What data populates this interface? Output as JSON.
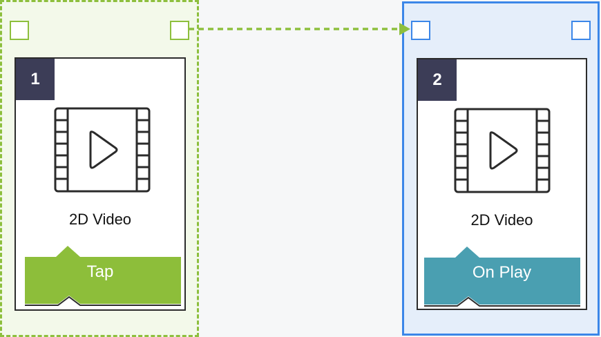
{
  "nodes": [
    {
      "number": "1",
      "title": "2D Video",
      "trigger_label": "Tap",
      "trigger_color": "#8dbe3a",
      "group_border": "#8dbf3d",
      "group_fill": "#f3f9ea",
      "icon": "video-play-icon"
    },
    {
      "number": "2",
      "title": "2D Video",
      "trigger_label": "On Play",
      "trigger_color": "#4a9fb1",
      "group_border": "#3b86e8",
      "group_fill": "#e5eefa",
      "icon": "video-play-icon"
    }
  ],
  "connector": {
    "from": "node-1-right-port",
    "to": "node-2-left-port",
    "style": "dashed",
    "color": "#8dbf3d"
  }
}
